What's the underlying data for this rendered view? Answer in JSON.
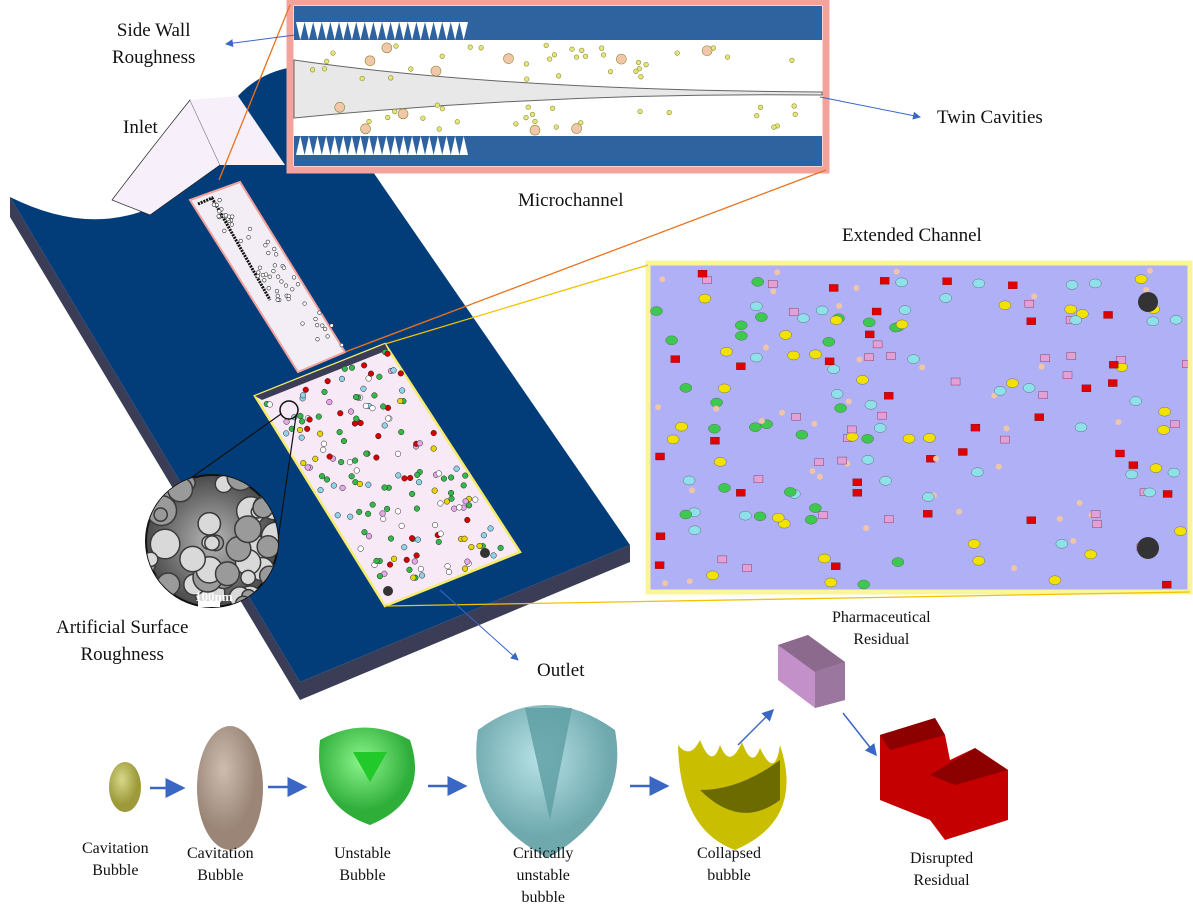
{
  "labels": {
    "side_wall": [
      "Side Wall",
      "Roughness"
    ],
    "inlet": "Inlet",
    "microchannel": "Microchannel",
    "twin_cavities": "Twin Cavities",
    "extended_channel": "Extended Channel",
    "artificial_roughness": [
      "Artificial Surface",
      "Roughness"
    ],
    "outlet": "Outlet",
    "scale_bar": "100nm"
  },
  "stages": [
    {
      "name": "cavitation-bubble-small",
      "label": [
        "Cavitation",
        "Bubble"
      ]
    },
    {
      "name": "cavitation-bubble",
      "label": [
        "Cavitation",
        "Bubble"
      ]
    },
    {
      "name": "unstable-bubble",
      "label": [
        "Unstable",
        "Bubble"
      ]
    },
    {
      "name": "critically-unstable-bubble",
      "label": [
        "Critically",
        "unstable",
        "bubble"
      ]
    },
    {
      "name": "collapsed-bubble",
      "label": [
        "Collapsed",
        "bubble"
      ]
    },
    {
      "name": "pharmaceutical-residual",
      "label": [
        "Pharmaceutical",
        "Residual"
      ]
    },
    {
      "name": "disrupted-residual",
      "label": [
        "Disrupted",
        "Residual"
      ]
    }
  ],
  "colors": {
    "chip": "#023d7a",
    "chip_side": "#3b3c55",
    "inset_wall": "#2f63a0",
    "inset_border": "#f4a39c",
    "extended_bg": "#b0b0f6",
    "extended_border": "#fbf59a",
    "arrow": "#3a67c4"
  }
}
